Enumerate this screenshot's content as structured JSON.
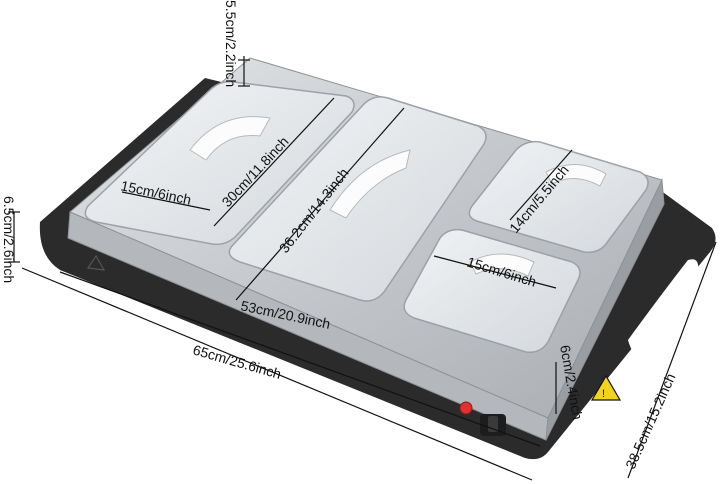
{
  "product": {
    "colors": {
      "steel": "#c9ccd0",
      "steel_dark": "#a3a7ac",
      "tray_black": "#2b2b2b",
      "lid": "#e6e9ec",
      "warning": "#f2d21b",
      "power_light": "#e0302f"
    },
    "icons": [
      "warning-triangle-icon",
      "hot-surface-warning-icon",
      "power-light-icon",
      "temperature-knob-icon"
    ]
  },
  "dimensions": {
    "lid_height": "5.5cm/2.2inch",
    "pan1_length": "30cm/11.8inch",
    "pan1_width": "15cm/6inch",
    "pan2_length": "36.2cm/14.3inch",
    "pan3_length": "14cm/5.5inch",
    "pan4_width": "15cm/6inch",
    "body_height": "6.5cm/2.6inch",
    "inner_length": "53cm/20.9inch",
    "total_length": "65cm/25.6inch",
    "pan_depth": "6cm/2.4inch",
    "total_width": "38.5cm/15.2inch"
  }
}
